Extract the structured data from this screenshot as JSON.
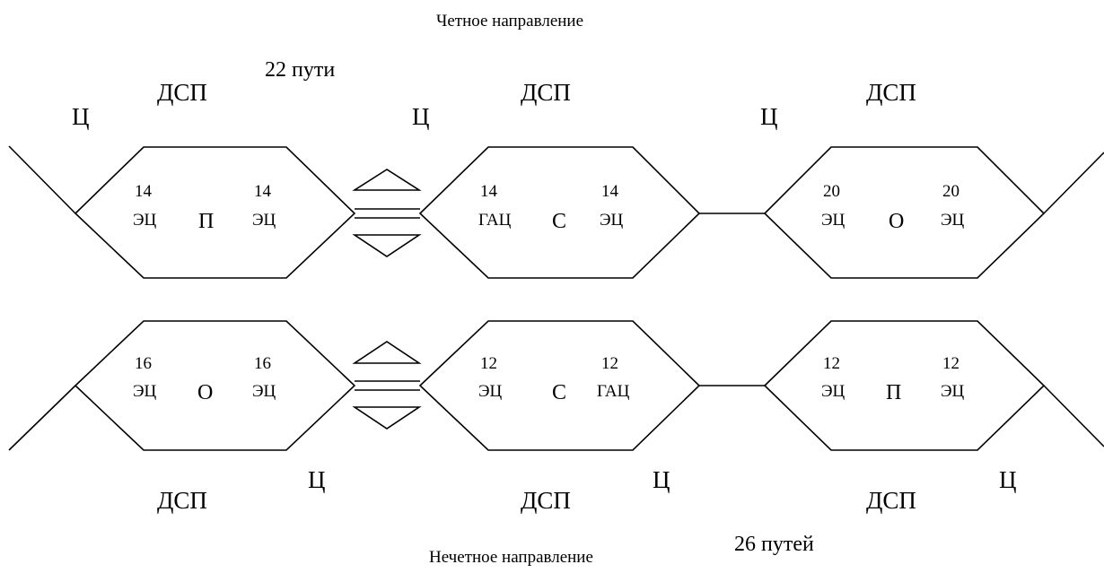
{
  "title_top": "Четное направление",
  "title_bottom": "Нечетное направление",
  "tracks_top": "22 пути",
  "tracks_bottom": "26 путей",
  "marker": "Ц",
  "dsp": "ДСП",
  "top_stations": [
    {
      "type": "П",
      "left": {
        "count": "14",
        "system": "ЭЦ"
      },
      "right": {
        "count": "14",
        "system": "ЭЦ"
      }
    },
    {
      "type": "С",
      "left": {
        "count": "14",
        "system": "ГАЦ"
      },
      "right": {
        "count": "14",
        "system": "ЭЦ"
      }
    },
    {
      "type": "О",
      "left": {
        "count": "20",
        "system": "ЭЦ"
      },
      "right": {
        "count": "20",
        "system": "ЭЦ"
      }
    }
  ],
  "bottom_stations": [
    {
      "type": "О",
      "left": {
        "count": "16",
        "system": "ЭЦ"
      },
      "right": {
        "count": "16",
        "system": "ЭЦ"
      }
    },
    {
      "type": "С",
      "left": {
        "count": "12",
        "system": "ЭЦ"
      },
      "right": {
        "count": "12",
        "system": "ГАЦ"
      }
    },
    {
      "type": "П",
      "left": {
        "count": "12",
        "system": "ЭЦ"
      },
      "right": {
        "count": "12",
        "system": "ЭЦ"
      }
    }
  ]
}
